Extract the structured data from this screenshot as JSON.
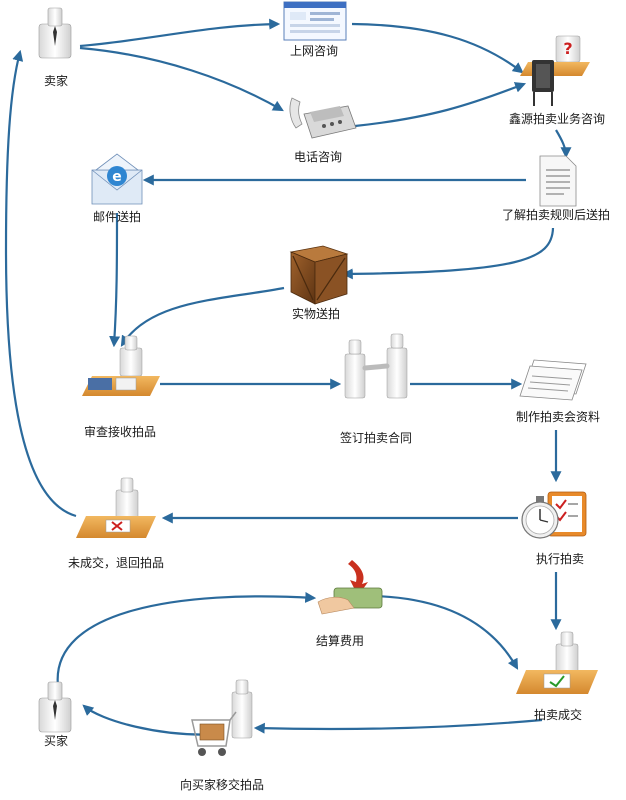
{
  "nodes": {
    "seller": "卖家",
    "web_inquiry": "上网咨询",
    "phone_inquiry": "电话咨询",
    "xinyuan_consult": "鑫源拍卖业务咨询",
    "understand_rules": "了解拍卖规则后送拍",
    "mail_send": "邮件送拍",
    "physical_send": "实物送拍",
    "review_receive": "审查接收拍品",
    "sign_contract": "签订拍卖合同",
    "make_materials": "制作拍卖会资料",
    "execute_auction": "执行拍卖",
    "unsold_return": "未成交，退回拍品",
    "settle_fees": "结算费用",
    "deal_done": "拍卖成交",
    "buyer": "买家",
    "transfer_to_buyer": "向买家移交拍品"
  },
  "colors": {
    "arrow": "#2b6a9c",
    "desk": "#e8a24a"
  }
}
